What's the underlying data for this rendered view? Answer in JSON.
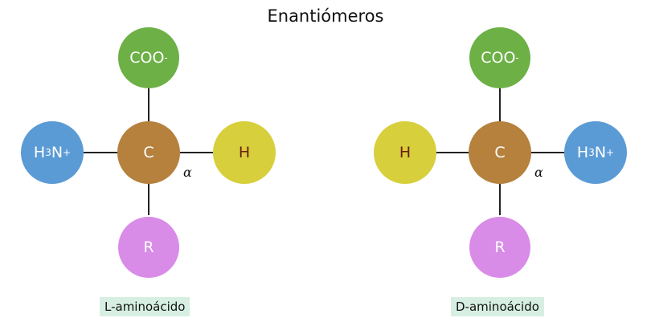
{
  "title": "Enantiómeros",
  "left": {
    "top_group": "COO",
    "top_charge": "-",
    "center": "C",
    "alpha": "α",
    "left_group": {
      "H": "H",
      "sub": "3",
      "N": "N",
      "sup": "+"
    },
    "right_group": "H",
    "bottom_group": "R",
    "label": "L-aminoácido"
  },
  "right": {
    "top_group": "COO",
    "top_charge": "-",
    "center": "C",
    "alpha": "α",
    "left_group": "H",
    "right_group": {
      "H": "H",
      "sub": "3",
      "N": "N",
      "sup": "+"
    },
    "bottom_group": "R",
    "label": "D-aminoácido"
  },
  "colors": {
    "carboxyl": "#6db046",
    "carbon": "#b5813d",
    "hydrogen": "#d7cf3c",
    "r_group": "#d98be8",
    "amino": "#5b9bd5",
    "label_bg": "#d7efe3"
  }
}
